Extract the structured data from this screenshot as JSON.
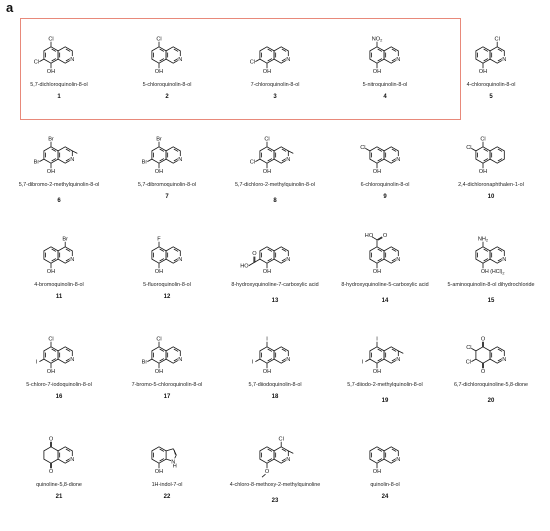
{
  "figure": {
    "panel_label": "a",
    "compounds": [
      {
        "number": "1",
        "name": "5,7-dichloroquinolin-8-ol",
        "kind": "hq",
        "labels": {
          "c5": "Cl",
          "c7": "Cl"
        }
      },
      {
        "number": "2",
        "name": "5-chloroquinolin-8-ol",
        "kind": "hq",
        "labels": {
          "c5": "Cl"
        }
      },
      {
        "number": "3",
        "name": "7-chloroquinolin-8-ol",
        "kind": "hq",
        "labels": {
          "c7": "Cl"
        }
      },
      {
        "number": "4",
        "name": "5-nitroquinolin-8-ol",
        "kind": "hq",
        "labels": {
          "c5": "NO2"
        }
      },
      {
        "number": "5",
        "name": "4-chloroquinolin-8-ol",
        "kind": "hq",
        "labels": {
          "c4": "Cl"
        }
      },
      {
        "number": "6",
        "name": "5,7-dibromo-2-methylquinolin-8-ol",
        "kind": "hq",
        "labels": {
          "c5": "Br",
          "c7": "Br"
        },
        "methyl2": true
      },
      {
        "number": "7",
        "name": "5,7-dibromoquinolin-8-ol",
        "kind": "hq",
        "labels": {
          "c5": "Br",
          "c7": "Br"
        }
      },
      {
        "number": "8",
        "name": "5,7-dichloro-2-methylquinolin-8-ol",
        "kind": "hq",
        "labels": {
          "c5": "Cl",
          "c7": "Cl"
        },
        "methyl2": true
      },
      {
        "number": "9",
        "name": "6-chloroquinolin-8-ol",
        "kind": "hq",
        "labels": {
          "c6": "Cl"
        }
      },
      {
        "number": "10",
        "name": "2,4-dichloronaphthalen-1-ol",
        "kind": "naph",
        "labels": {
          "c5": "Cl",
          "c6": "Cl"
        }
      },
      {
        "number": "11",
        "name": "4-bromoquinolin-8-ol",
        "kind": "hq",
        "labels": {
          "c4": "Br"
        }
      },
      {
        "number": "12",
        "name": "5-fluoroquinolin-8-ol",
        "kind": "hq",
        "labels": {
          "c5": "F"
        }
      },
      {
        "number": "13",
        "name": "8-hydroxyquinoline-7-carboxylic acid",
        "kind": "hq",
        "acid": "c7"
      },
      {
        "number": "14",
        "name": "8-hydroxyquinoline-5-carboxylic acid",
        "kind": "hq",
        "acid": "c5"
      },
      {
        "number": "15",
        "name": "5-aminoquinolin-8-ol dihydrochloride",
        "kind": "hq",
        "labels": {
          "c5": "NH2"
        },
        "oh_text": "OH (HCl)2"
      },
      {
        "number": "16",
        "name": "5-chloro-7-iodoquinolin-8-ol",
        "kind": "hq",
        "labels": {
          "c5": "Cl",
          "c7": "I"
        }
      },
      {
        "number": "17",
        "name": "7-bromo-5-chloroquinolin-8-ol",
        "kind": "hq",
        "labels": {
          "c5": "Cl",
          "c7": "Br"
        }
      },
      {
        "number": "18",
        "name": "5,7-diiodoquinolin-8-ol",
        "kind": "hq",
        "labels": {
          "c5": "I",
          "c7": "I"
        }
      },
      {
        "number": "19",
        "name": "5,7-diiodo-2-methylquinolin-8-ol",
        "kind": "hq",
        "labels": {
          "c5": "I",
          "c7": "I"
        },
        "methyl2": true
      },
      {
        "number": "20",
        "name": "6,7-dichloroquinoline-5,8-dione",
        "kind": "dione",
        "labels": {
          "c6": "Cl",
          "c7": "Cl"
        }
      },
      {
        "number": "21",
        "name": "quinoline-5,8-dione",
        "kind": "dione"
      },
      {
        "number": "22",
        "name": "1H-indol-7-ol",
        "kind": "indole"
      },
      {
        "number": "23",
        "name": "4-chloro-8-methoxy-2-methylquinoline",
        "kind": "hq",
        "labels": {
          "c4": "Cl"
        },
        "methyl2": true,
        "methoxy": true
      },
      {
        "number": "24",
        "name": "quinolin-8-ol",
        "kind": "hq"
      }
    ],
    "colors": {
      "highlight_box": "#e8897a",
      "bond": "#111111"
    }
  }
}
